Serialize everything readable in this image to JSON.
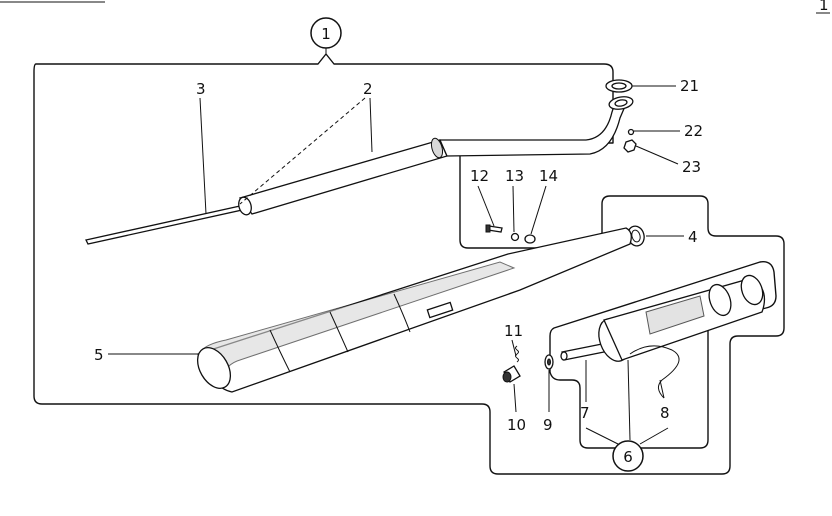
{
  "callouts": {
    "c1": "1",
    "c2": "2",
    "c3": "3",
    "c4": "4",
    "c5": "5",
    "c6": "6",
    "c7": "7",
    "c8": "8",
    "c9": "9",
    "c10": "10",
    "c11": "11",
    "c12": "12",
    "c13": "13",
    "c14": "14",
    "c21": "21",
    "c22": "22",
    "c23": "23"
  },
  "corner_mark": "1"
}
